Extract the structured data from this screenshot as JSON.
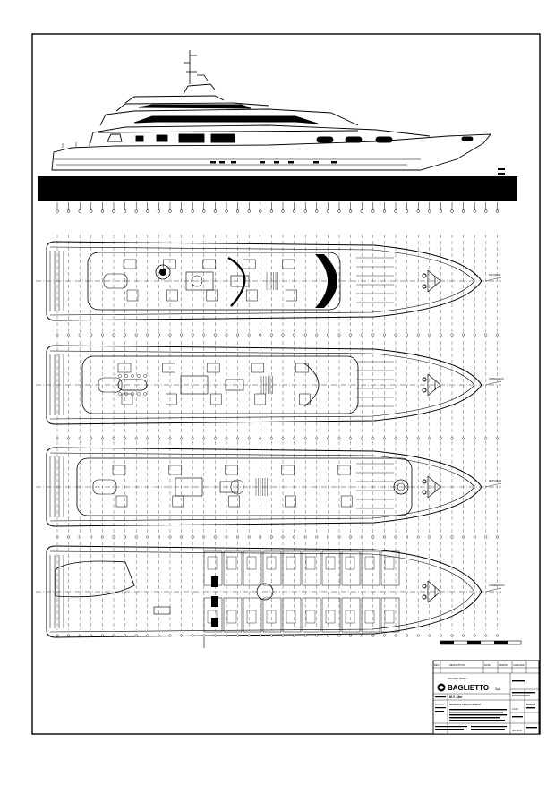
{
  "title_block": {
    "brand": "BAGLIETTO",
    "brand_suffix": "SpA",
    "logo_caption": "CANTIERI NAVALI",
    "project": "M.Y. 43m",
    "sheet_title": "GENERAL ARRANGEMENT",
    "revision_header": [
      "REV.",
      "DESCRIPTION",
      "DATE",
      "DRAWN",
      "CHECKED"
    ],
    "scale": "1:100",
    "drawing_no": "GA 43/01"
  },
  "decks": [
    {
      "id": "sun-deck",
      "label": "SUN DECK"
    },
    {
      "id": "upper-deck",
      "label": "UPPER DECK"
    },
    {
      "id": "main-deck",
      "label": "MAIN DECK"
    },
    {
      "id": "lower-deck",
      "label": "LOWER DECK"
    }
  ],
  "colors": {
    "ink": "#000000",
    "paper": "#ffffff",
    "waterline_band": "#000000"
  }
}
